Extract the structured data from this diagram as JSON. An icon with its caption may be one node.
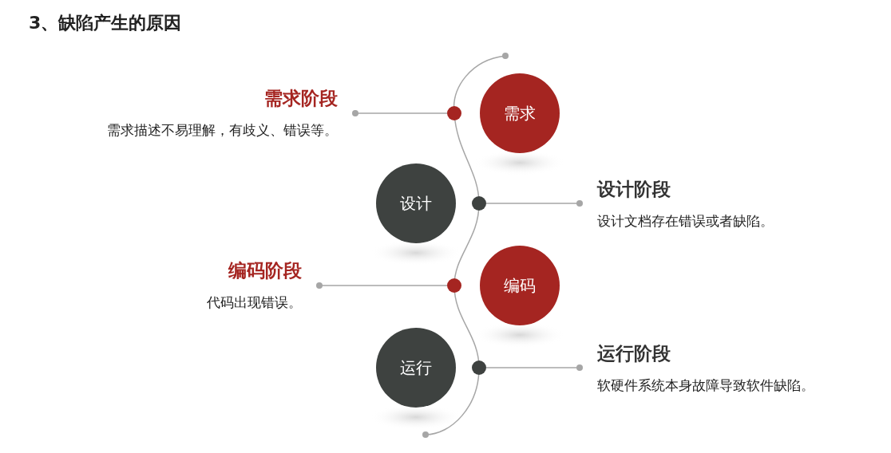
{
  "diagram": {
    "title": "3、缺陷产生的原因",
    "nodes": [
      {
        "text": [
          "需求阶段",
          "需求描述不易理解，有歧义、错误等。"
        ]
      },
      {
        "text": [],
        "shape": "circle"
      },
      {
        "text": [
          "需求"
        ]
      },
      {
        "text": [
          "设计"
        ]
      },
      {
        "text": [],
        "shape": "circle"
      },
      {
        "text": [
          "设计阶段",
          "设计文档存在错误或者缺陷。"
        ]
      },
      {
        "text": [
          "编码阶段",
          "代码出现错误。"
        ]
      },
      {
        "text": [],
        "shape": "circle"
      },
      {
        "text": [
          "编码"
        ]
      },
      {
        "text": [
          "运行"
        ]
      },
      {
        "text": [],
        "shape": "circle"
      },
      {
        "text": [
          "运行阶段",
          "软硬件系统本身故障导致软件缺陷。"
        ]
      }
    ],
    "edges": [
      {
        "from": 1,
        "to": 0,
        "arrow": "other"
      },
      {
        "from": 4,
        "to": 5,
        "arrow": "other"
      },
      {
        "from": 7,
        "to": 6,
        "arrow": "other"
      },
      {
        "from": 10,
        "to": 11,
        "arrow": "other"
      }
    ]
  }
}
